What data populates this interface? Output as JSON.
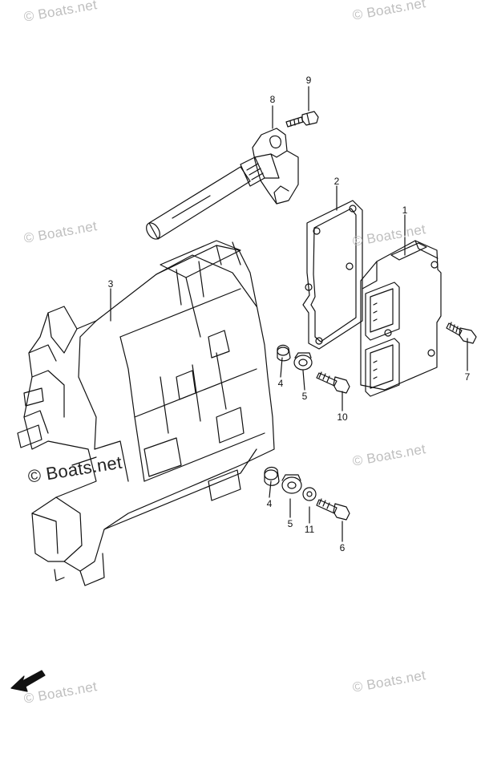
{
  "watermarks": {
    "top_left": "© Boats.net",
    "top_right": "© Boats.net",
    "mid_left": "© Boats.net",
    "mid_right": "© Boats.net",
    "center_big": "© Boats.net",
    "lower_right": "© Boats.net",
    "bottom_left": "© Boats.net",
    "bottom_right": "© Boats.net"
  },
  "callouts": {
    "c1": "1",
    "c2": "2",
    "c3": "3",
    "c4a": "4",
    "c4b": "4",
    "c5a": "5",
    "c5b": "5",
    "c6": "6",
    "c7": "7",
    "c8": "8",
    "c9": "9",
    "c10": "10",
    "c11": "11"
  },
  "direction_arrow": {
    "label": "FWD"
  },
  "colors": {
    "line": "#111111",
    "watermark": "#bfbfbf",
    "background": "#ffffff"
  }
}
